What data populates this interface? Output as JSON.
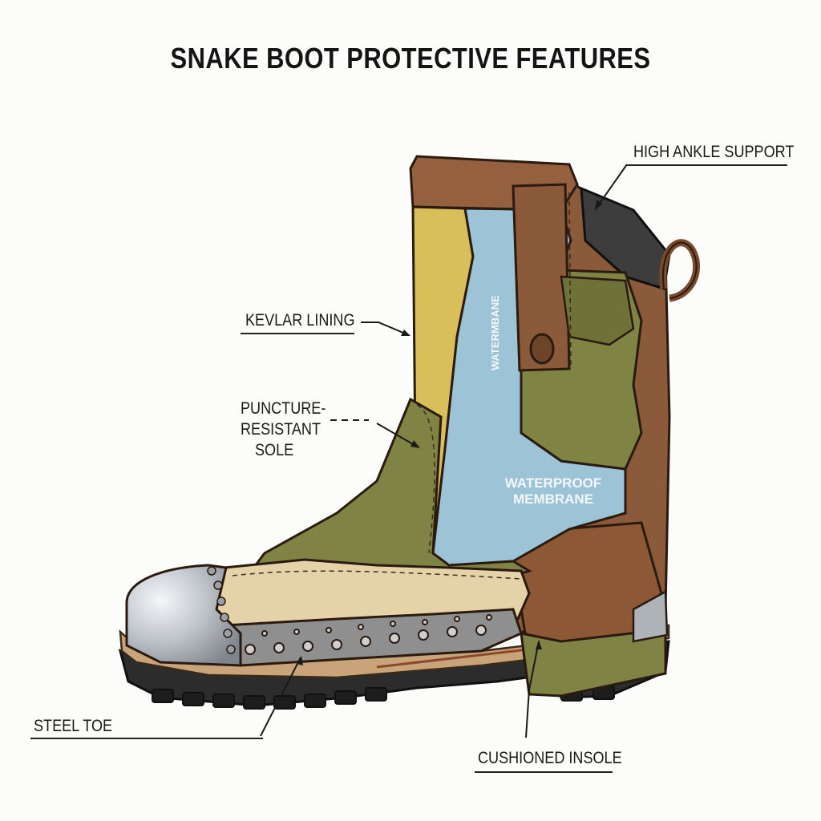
{
  "title": "SNAKE BOOT PROTECTIVE FEATURES",
  "labels": {
    "high_ankle_support": "HIGH ANKLE SUPPORT",
    "kevlar_lining": "KEVLAR LINING",
    "puncture_resistant_sole_line1": "PUNCTURE-",
    "puncture_resistant_sole_line2": "RESISTANT",
    "puncture_resistant_sole_line3": "SOLE",
    "steel_toe": "STEEL TOE",
    "cushioned_insole": "CUSHIONED INSOLE",
    "waterproof_membrane_line1": "WATERPROOF",
    "waterproof_membrane_line2": "MEMBRANE",
    "membrane_vertical": "WATERMBANE"
  },
  "colors": {
    "leather_brown": "#8a5a3a",
    "olive": "#7f8444",
    "kevlar_yellow": "#d9bf5a",
    "membrane_blue": "#9cc3d6",
    "steel": "#b9bec4",
    "tan_foxing": "#e6d2a8",
    "outsole": "#2c2c2c",
    "midsole": "#c9a47a",
    "ink": "#1a1a1a"
  }
}
